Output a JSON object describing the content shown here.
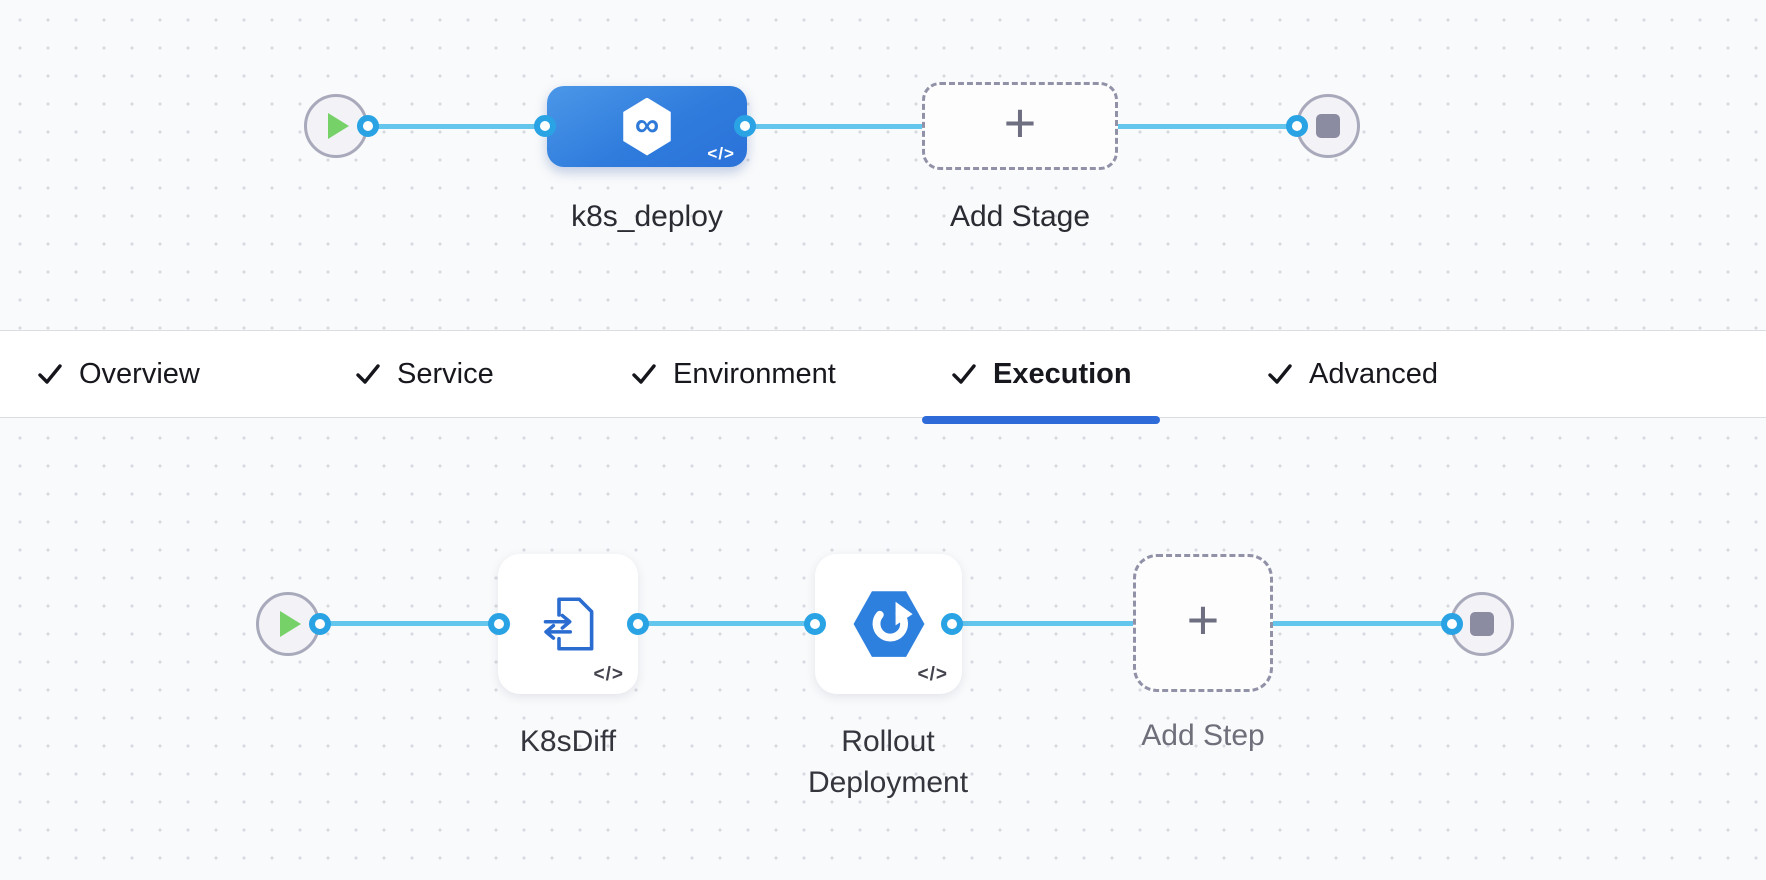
{
  "pipeline_stage_graph": {
    "stage_label": "k8s_deploy",
    "add_stage_label": "Add Stage",
    "plus": "+",
    "code_badge": "</>"
  },
  "tabs": {
    "items": [
      {
        "label": "Overview",
        "checked": true,
        "active": false
      },
      {
        "label": "Service",
        "checked": true,
        "active": false
      },
      {
        "label": "Environment",
        "checked": true,
        "active": false
      },
      {
        "label": "Execution",
        "checked": true,
        "active": true
      },
      {
        "label": "Advanced",
        "checked": true,
        "active": false
      }
    ]
  },
  "execution_graph": {
    "steps": [
      {
        "label": "K8sDiff",
        "icon": "k8s-diff-icon",
        "code_badge": "</>"
      },
      {
        "label": "Rollout Deployment",
        "icon": "rollout-hexagon-icon",
        "code_badge": "</>"
      }
    ],
    "add_step_label": "Add Step",
    "plus": "+"
  },
  "icons": {
    "stage_infinity": "∞",
    "start_node": "play-icon",
    "end_node": "stop-icon",
    "tab_check": "checkmark-icon"
  },
  "colors": {
    "connector_line": "#64c5ed",
    "connector_dot": "#29a3e4",
    "stage_blue": "#2f7cdd",
    "active_tab_underline": "#2f6bd8",
    "play_green": "#77d169"
  }
}
